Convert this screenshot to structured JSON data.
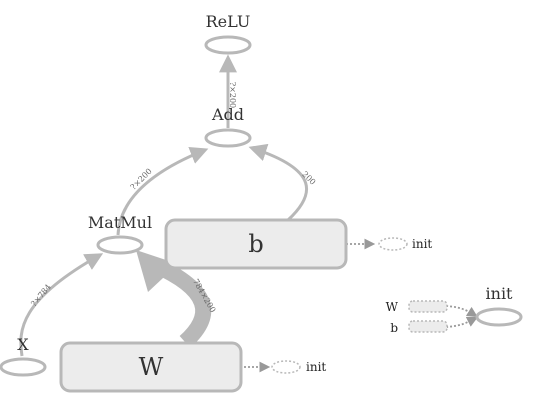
{
  "nodes": {
    "relu": "ReLU",
    "add": "Add",
    "matmul": "MatMul",
    "x": "X",
    "w": "W",
    "b": "b",
    "init_right": "init"
  },
  "edges": {
    "add_to_relu": "?×200",
    "matmul_to_add": "?×200",
    "b_to_add": "200",
    "w_to_matmul": "784×200",
    "x_to_matmul": "?×784"
  },
  "init_links": {
    "b_init": "init",
    "w_init": "init"
  },
  "legend": {
    "w": "W",
    "b": "b"
  }
}
